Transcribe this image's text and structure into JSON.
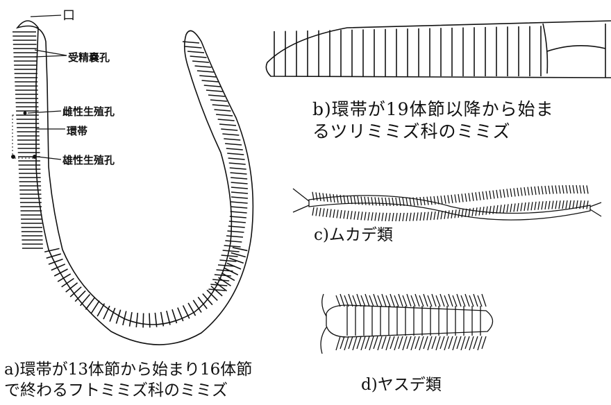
{
  "annotations": {
    "mouth": "口",
    "spermathecal_pores": "受精嚢孔",
    "female_pore": "雌性生殖孔",
    "clitellum": "環帯",
    "male_pore": "雄性生殖孔"
  },
  "captions": {
    "a_line1": "a)環帯が13体節から始まり16体節",
    "a_line2": "で終わるフトミミズ科のミミズ",
    "b_line1": "b)環帯が19体節以降から始ま",
    "b_line2": "るツリミミズ科のミミズ",
    "c": "c)ムカデ類",
    "d": "d)ヤスデ類"
  },
  "colors": {
    "ink": "#111111",
    "paper": "#ffffff"
  }
}
